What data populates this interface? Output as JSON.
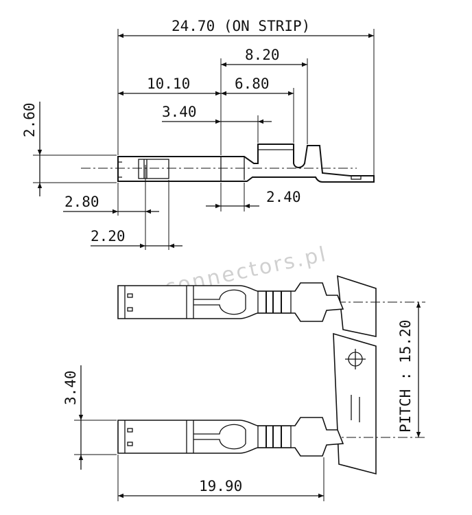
{
  "watermark": "e-connectors.pl",
  "dimensions": {
    "overall_on_strip": "24.70 (ON STRIP)",
    "d_8_20": "8.20",
    "d_10_10": "10.10",
    "d_6_80": "6.80",
    "d_3_40_top": "3.40",
    "d_2_60": "2.60",
    "d_2_80": "2.80",
    "d_2_40": "2.40",
    "d_2_20": "2.20",
    "d_3_40_left": "3.40",
    "pitch": "PITCH : 15.20",
    "d_19_90": "19.90"
  }
}
